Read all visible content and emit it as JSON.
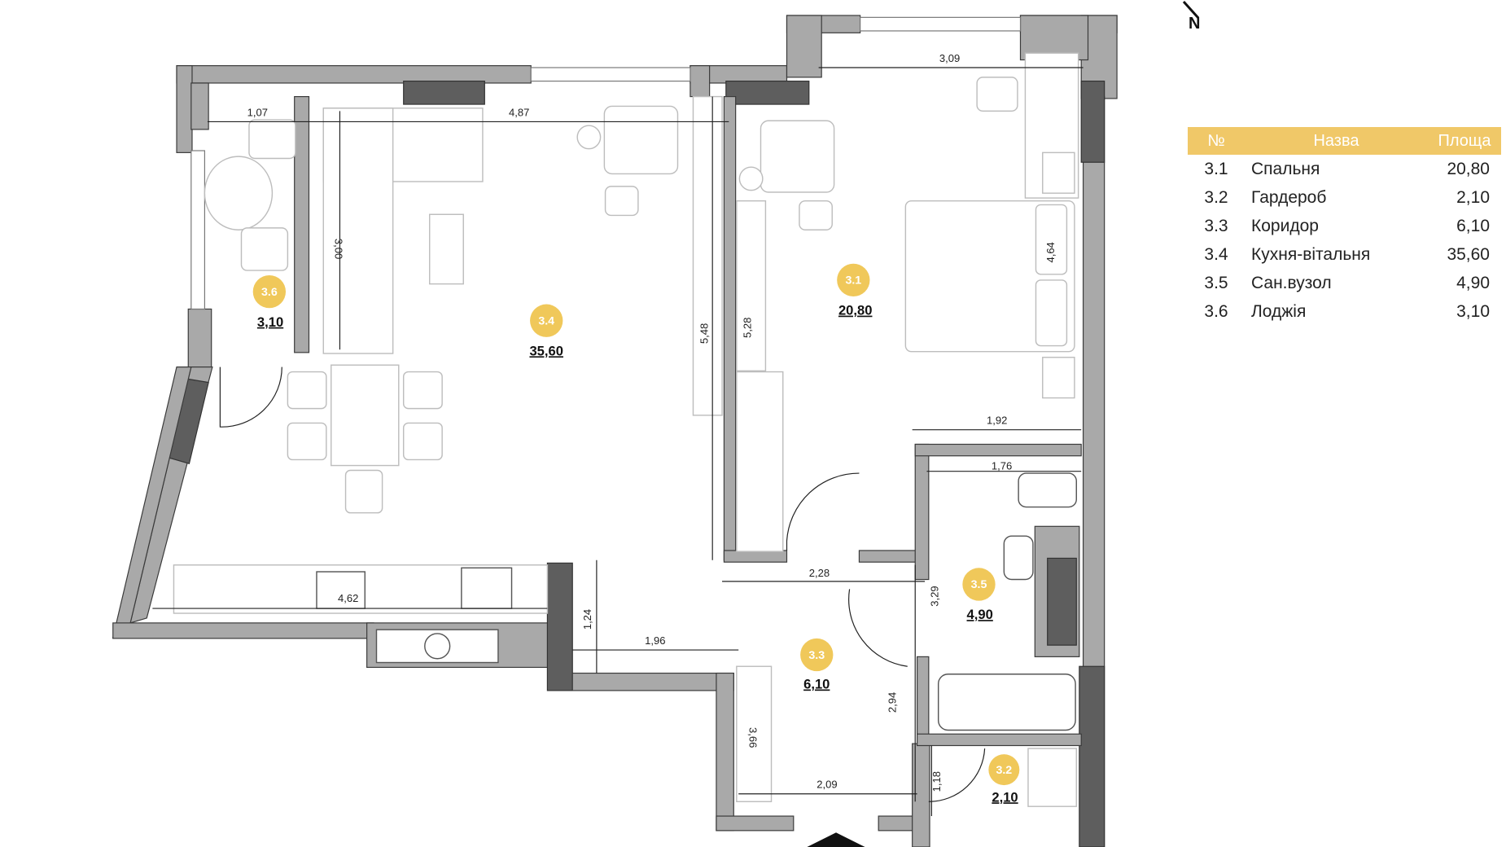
{
  "compass": {
    "label": "N"
  },
  "legend": {
    "header": {
      "number": "№",
      "name": "Назва",
      "area": "Площа"
    },
    "rows": [
      {
        "number": "3.1",
        "name": "Спальня",
        "area": "20,80"
      },
      {
        "number": "3.2",
        "name": "Гардероб",
        "area": "2,10"
      },
      {
        "number": "3.3",
        "name": "Коридор",
        "area": "6,10"
      },
      {
        "number": "3.4",
        "name": "Кухня-вітальня",
        "area": "35,60"
      },
      {
        "number": "3.5",
        "name": "Сан.вузол",
        "area": "4,90"
      },
      {
        "number": "3.6",
        "name": "Лоджія",
        "area": "3,10"
      }
    ]
  },
  "rooms": [
    {
      "number": "3.1",
      "area": "20,80"
    },
    {
      "number": "3.2",
      "area": "2,10"
    },
    {
      "number": "3.3",
      "area": "6,10"
    },
    {
      "number": "3.4",
      "area": "35,60"
    },
    {
      "number": "3.5",
      "area": "4,90"
    },
    {
      "number": "3.6",
      "area": "3,10"
    }
  ],
  "dimensions": {
    "loggia_width": "1,07",
    "living_width": "4,87",
    "bedroom_width": "3,09",
    "sofa_depth": "3,00",
    "living_depth": "5,48",
    "bedroom_depth": "5,28",
    "bed_length": "4,64",
    "bedroom_lower": "1,92",
    "bath_width": "1,76",
    "corridor_top": "2,28",
    "bath_depth": "3,29",
    "kitchen_len": "4,62",
    "kitchen_depth": "1,24",
    "corridor_left": "1,96",
    "corridor_depth": "2,94",
    "entry_depth": "3,66",
    "entry_width": "2,09",
    "wardrobe_depth": "1,18"
  },
  "colors": {
    "accent": "#f0c85a",
    "wall": "#a9a9a9"
  }
}
